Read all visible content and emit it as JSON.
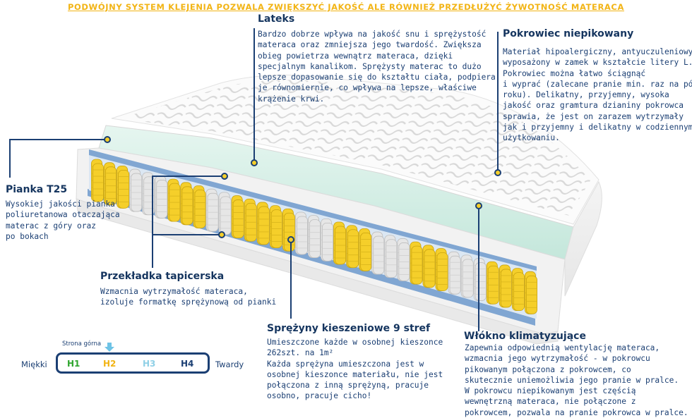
{
  "banner": "PODWÓJNY SYSTEM KLEJENIA POZWALA ZWIĘKSZYĆ JAKOŚĆ ALE RÓWNIEŻ PRZEDŁUŻYĆ ŻYWOTNOŚĆ MATERACA",
  "lateks": {
    "title": "Lateks",
    "text": "Bardzo dobrze wpływa na jakość snu i sprężystość\nmateraca oraz zmniejsza jego twardość. Zwiększa\nobieg powietrza wewnątrz materaca, dzięki\nspecjalnym kanalikom. Sprężysty materac to dużo\nlepsze dopasowanie się do kształtu ciała, podpiera\nje równomiernie, co wpływa na lepsze, właściwe\nkrążenie krwi."
  },
  "pokrowiec": {
    "title": "Pokrowiec niepikowany",
    "text": "Materiał hipoalergiczny, antyuczuleniowy,\nwyposażony w zamek w kształcie litery L.\nPokrowiec można łatwo ściągnąć\ni wyprać (zalecane pranie min. raz na pół\nroku). Delikatny, przyjemny, wysoka\njakość oraz gramtura dzianiny pokrowca\nsprawia, że jest on zarazem wytrzymały\njak i przyjemny i delikatny w codziennym\nużytkowaniu."
  },
  "pianka": {
    "title": "Pianka T25",
    "text": "Wysokiej jakości pianka\npoliuretanowa otaczająca\nmaterac z góry oraz\npo bokach"
  },
  "przekladka": {
    "title": "Przekładka tapicerska",
    "text": "Wzmacnia wytrzymałość materaca,\nizoluje formatkę sprężynową od pianki"
  },
  "sprezyny": {
    "title": "Sprężyny kieszeniowe 9 stref",
    "text": "Umieszczone każde w osobnej kieszonce\n262szt. na 1m²\nKażda sprężyna umieszczona jest w\nosobnej kieszonce materiału, nie jest\npołączona z inną sprężyną, pracuje\nosobno, pracuje cicho!"
  },
  "wlokno": {
    "title": "Włókno klimatyzujące",
    "text": "Zapewnia odpowiednią wentylację materaca,\nwzmacnia jego wytrzymałość - w pokrowcu\npikowanym połączona z pokrowcem, co\nskutecznie uniemożliwia jego pranie w pralce.\nW pokrowcu niepikowanym jest częścią\nwewnętrzną materaca, nie połączone z\npokrowcem, pozwala na pranie pokrowca w pralce."
  },
  "hardness": {
    "top_label": "Strona górna",
    "left_label": "Miękki",
    "right_label": "Twardy",
    "levels": [
      {
        "label": "H1",
        "color": "#2ea52e"
      },
      {
        "label": "H2",
        "color": "#f2b415"
      },
      {
        "label": "H3",
        "color": "#8fd0e6"
      },
      {
        "label": "H4",
        "color": "#1b3f73"
      }
    ],
    "selected_top": "H2"
  },
  "colors": {
    "navy": "#1b3f73",
    "yellow": "#f2b415",
    "gold": "#f5cf2a",
    "spring_white": "#e6e6e6",
    "latex_mint": "#d4efe6",
    "arrow": "#6ec3e6"
  }
}
